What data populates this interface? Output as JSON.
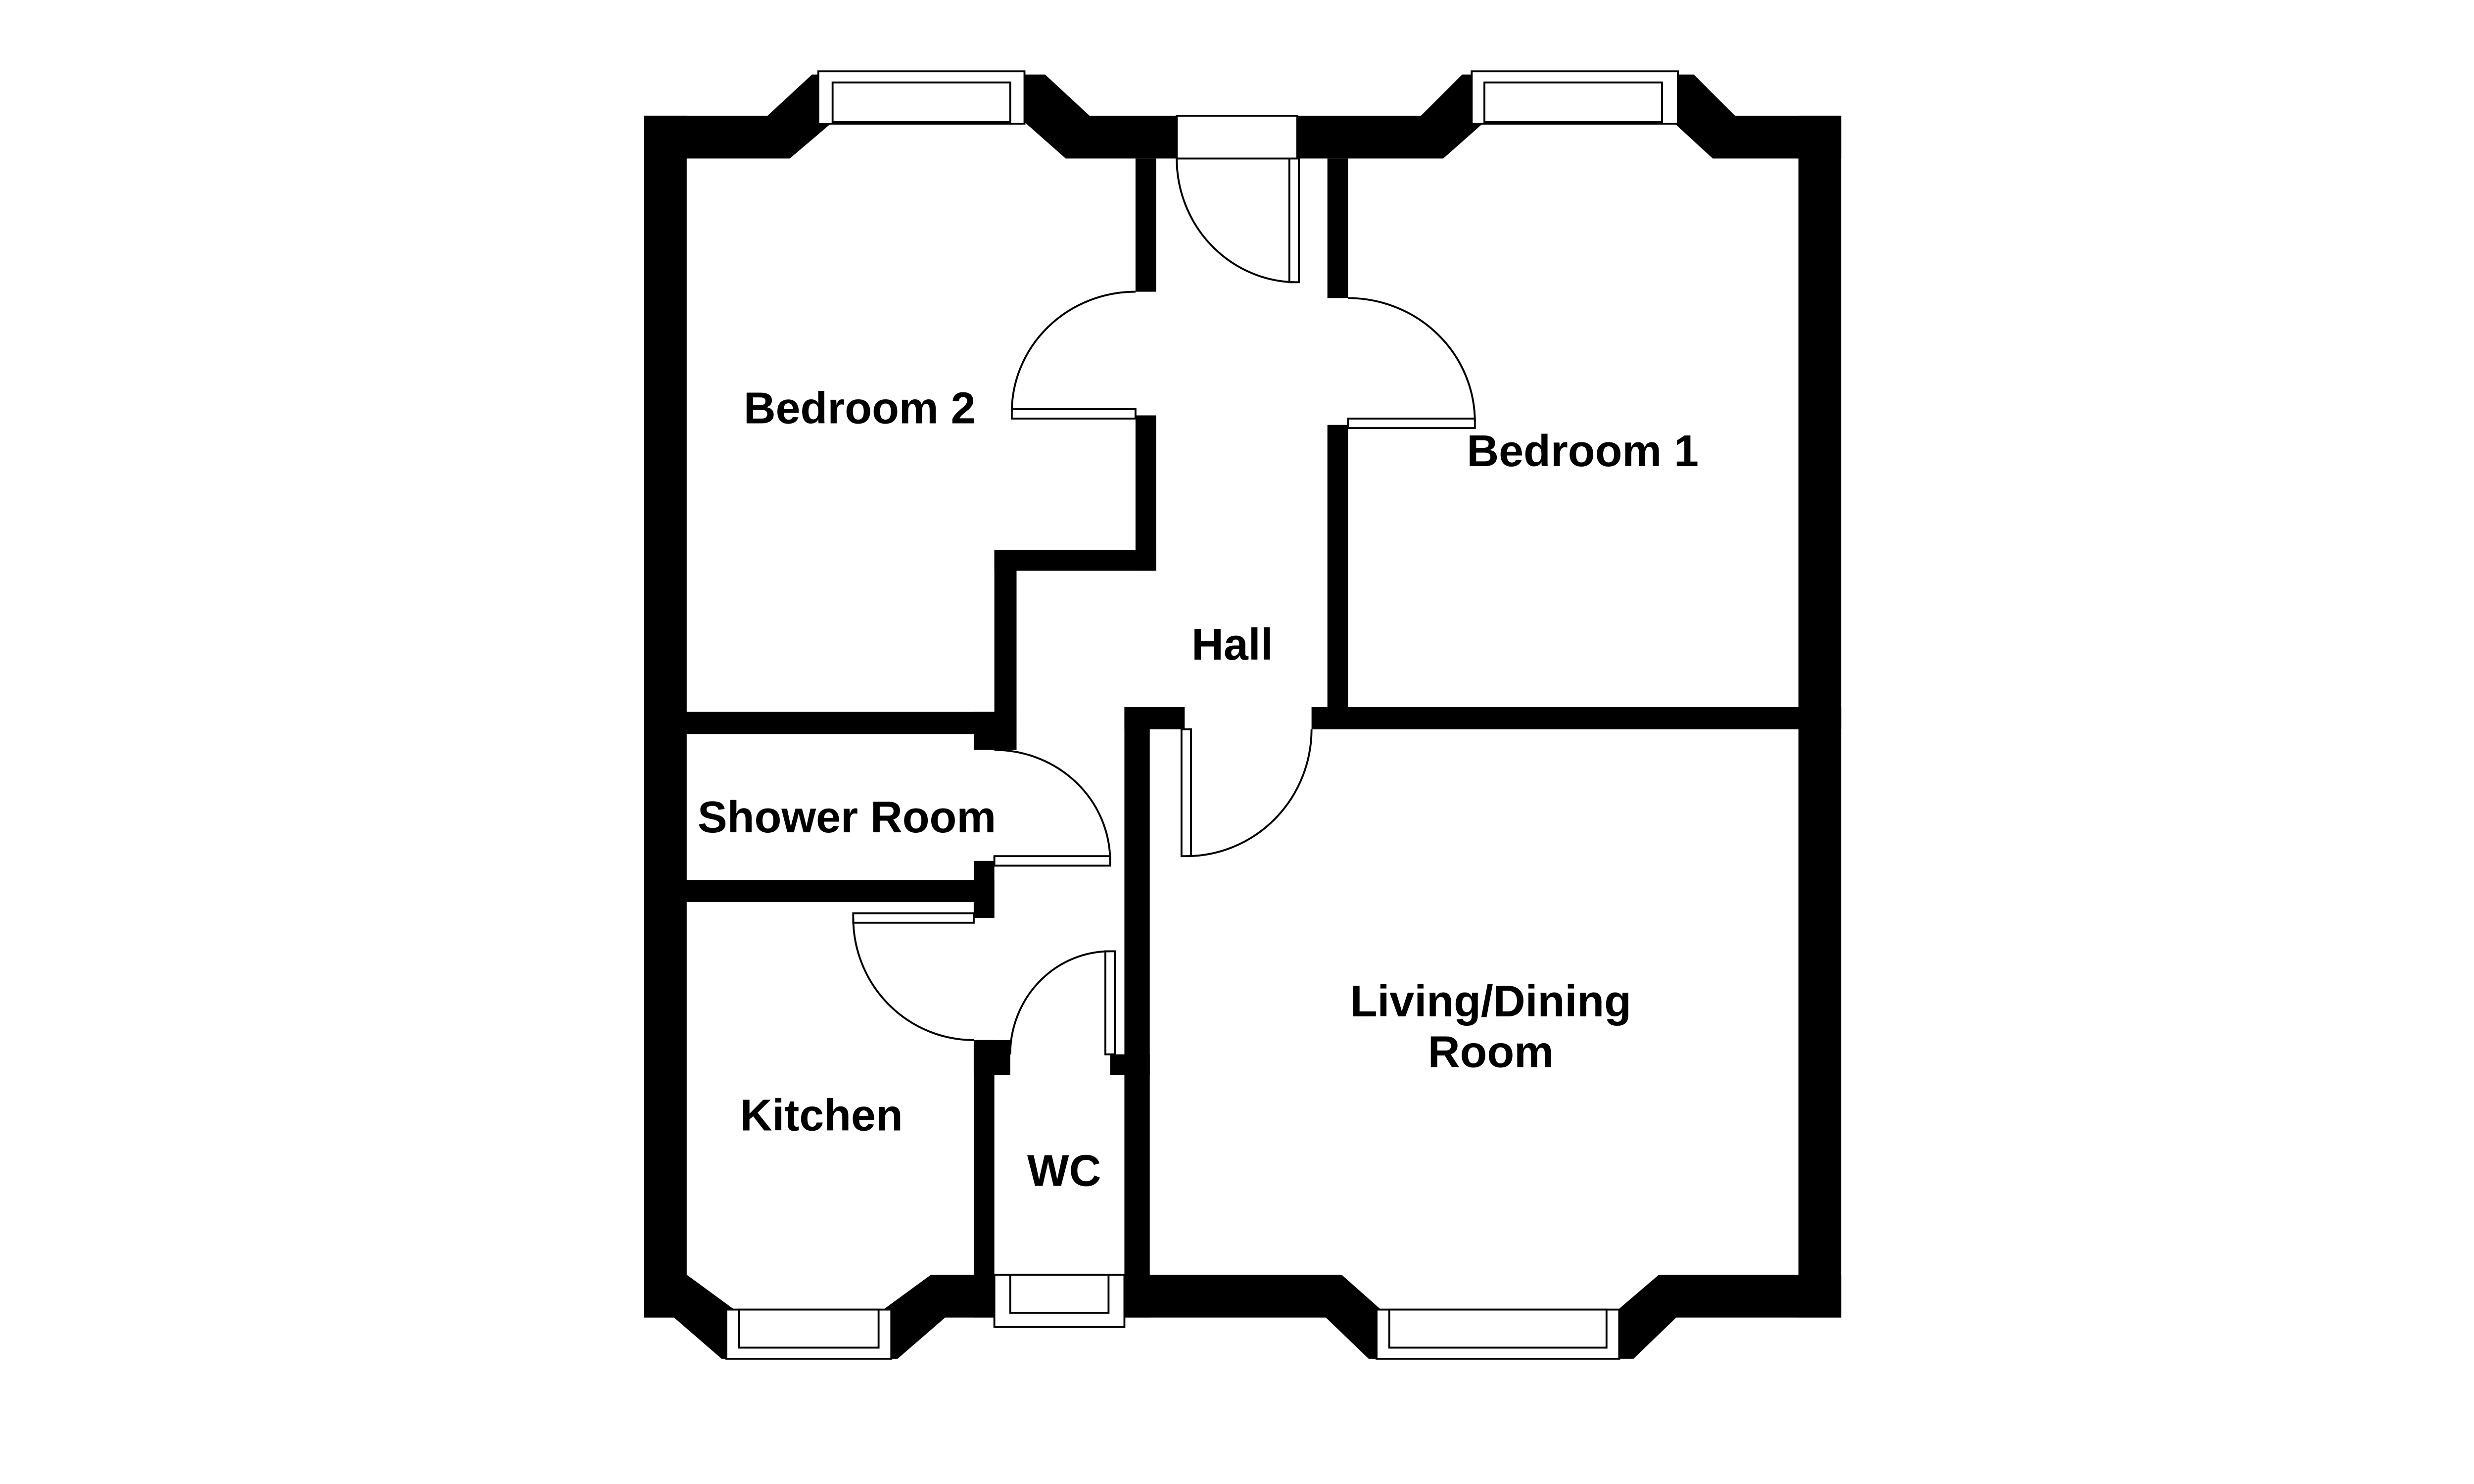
{
  "rooms": {
    "bedroom2": "Bedroom 2",
    "bedroom1": "Bedroom 1",
    "hall": "Hall",
    "shower": "Shower Room",
    "kitchen": "Kitchen",
    "wc": "WC",
    "living_line1": "Living/Dining",
    "living_line2": "Room"
  },
  "colors": {
    "wall": "#000000",
    "background": "#ffffff"
  }
}
